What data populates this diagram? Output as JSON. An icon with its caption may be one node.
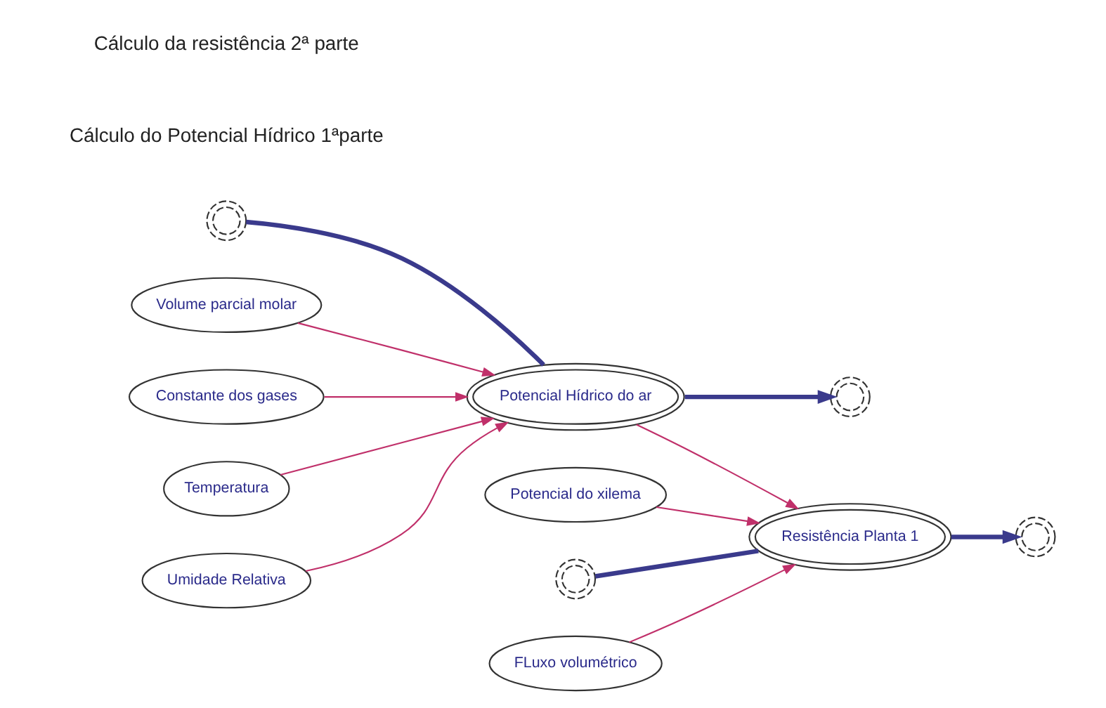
{
  "diagram": {
    "nodes": [
      {
        "text": [],
        "shape": "cloud"
      },
      {
        "text": [
          "Potencial Hídrico do ar"
        ]
      },
      {
        "text": [],
        "shape": "cloud"
      },
      {
        "text": [
          "Volume parcial molar"
        ]
      },
      {
        "text": [
          "Constante dos gases"
        ]
      },
      {
        "text": [
          "Temperatura"
        ]
      },
      {
        "text": [
          "Umidade Relativa"
        ]
      },
      {
        "text": [
          "Potencial do xilema"
        ]
      },
      {
        "text": [],
        "shape": "cloud"
      },
      {
        "text": [
          "FLuxo volumétrico"
        ]
      },
      {
        "text": [
          "Resistência Planta 1"
        ]
      },
      {
        "text": [],
        "shape": "cloud"
      }
    ],
    "edges": [
      {
        "from": 0,
        "to": 1,
        "arrow": "none",
        "style": "thick",
        "color": "#3a3a8c"
      },
      {
        "from": 1,
        "to": 2,
        "arrow": "to",
        "style": "thick",
        "color": "#3a3a8c"
      },
      {
        "from": 3,
        "to": 1,
        "arrow": "to"
      },
      {
        "from": 4,
        "to": 1,
        "arrow": "to"
      },
      {
        "from": 5,
        "to": 1,
        "arrow": "to"
      },
      {
        "from": 6,
        "to": 1,
        "arrow": "to"
      },
      {
        "from": 1,
        "to": 10,
        "arrow": "to"
      },
      {
        "from": 7,
        "to": 10,
        "arrow": "to"
      },
      {
        "from": 8,
        "to": 10,
        "arrow": "none",
        "style": "thick",
        "color": "#3a3a8c"
      },
      {
        "from": 10,
        "to": 11,
        "arrow": "to",
        "style": "thick",
        "color": "#3a3a8c"
      },
      {
        "from": 9,
        "to": 10,
        "arrow": "to"
      }
    ],
    "labels": [
      "Cálculo do Potencial Hídrico 1ªparte",
      "Cálculo da resistência 2ª parte"
    ]
  }
}
